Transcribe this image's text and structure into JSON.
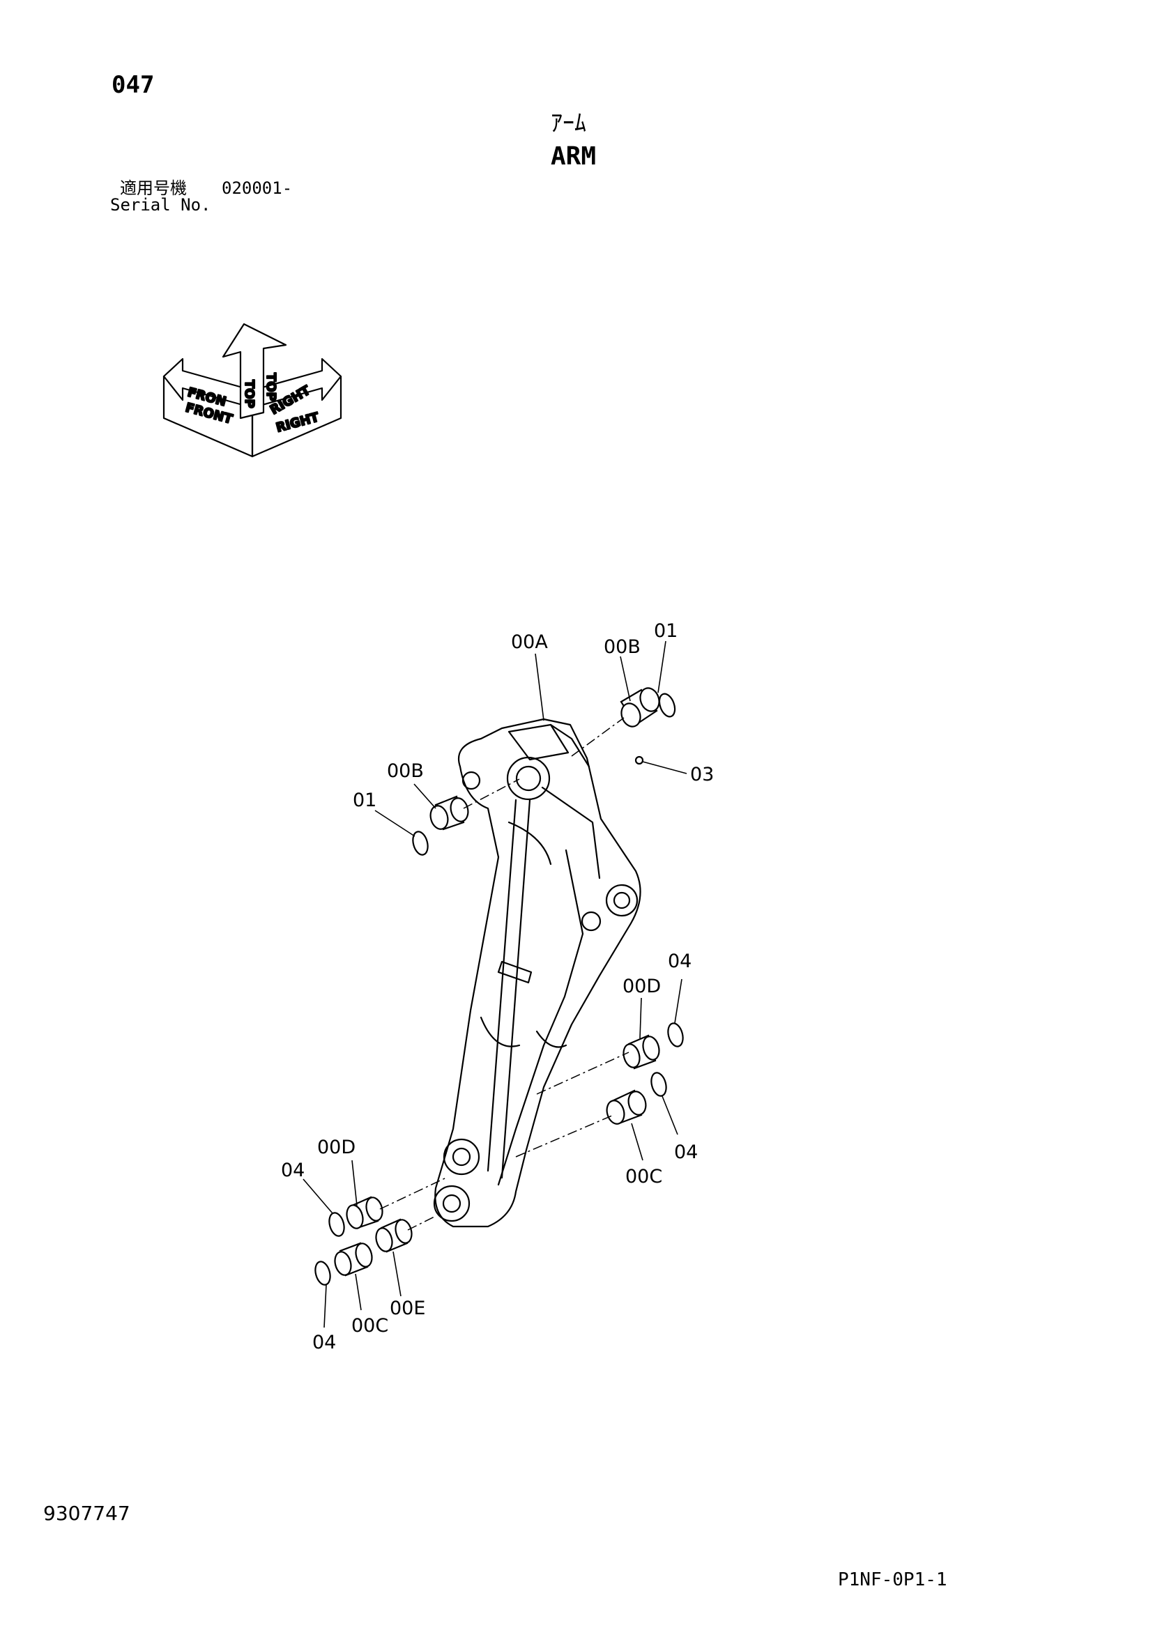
{
  "header": {
    "page_number": "047",
    "title_ja": "ｱｰﾑ",
    "title_en": "ARM",
    "serial_label_ja": "適用号機",
    "serial_value": "020001-",
    "serial_label_en": "Serial No."
  },
  "orientation": {
    "front": "FRONT",
    "front_partial": "FRON",
    "top": "TOP",
    "right": "RIGHT"
  },
  "callouts": {
    "arm": "00A",
    "bushing_b_right": "00B",
    "ring_01_right": "01",
    "grease_fitting": "03",
    "bushing_b_left": "00B",
    "ring_01_left": "01",
    "ring_04_right_top": "04",
    "bushing_d_right": "00D",
    "ring_04_right_mid": "04",
    "bushing_c_right": "00C",
    "bushing_d_left": "00D",
    "ring_04_left_top": "04",
    "ring_04_left_bottom": "04",
    "bushing_c_left": "00C",
    "bushing_e": "00E"
  },
  "footer": {
    "document_id": "9307747",
    "drawing_code": "P1NF-0P1-1"
  }
}
